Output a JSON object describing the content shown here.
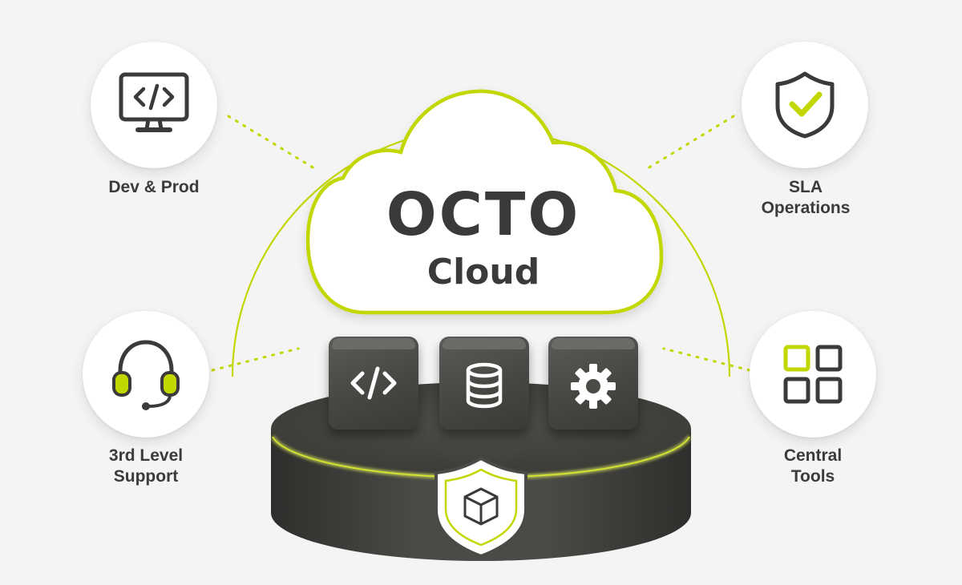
{
  "diagram": {
    "center": {
      "title": "OCTO",
      "subtitle": "Cloud"
    },
    "features": [
      {
        "id": "dev-prod",
        "lines": [
          "Dev & Prod"
        ],
        "icon": "code-monitor-icon"
      },
      {
        "id": "sla",
        "lines": [
          "SLA",
          "Operations"
        ],
        "icon": "shield-check-icon"
      },
      {
        "id": "support",
        "lines": [
          "3rd Level",
          "Support"
        ],
        "icon": "headset-icon"
      },
      {
        "id": "tools",
        "lines": [
          "Central",
          "Tools"
        ],
        "icon": "grid-icon"
      }
    ],
    "platform_blocks": [
      {
        "icon": "code-icon"
      },
      {
        "icon": "database-icon"
      },
      {
        "icon": "gear-icon"
      }
    ],
    "platform_badge_icon": "shield-box-icon"
  },
  "colors": {
    "accent": "#c2d600",
    "dark": "#454541",
    "text": "#3a3a3a",
    "background": "#f4f4f4"
  }
}
